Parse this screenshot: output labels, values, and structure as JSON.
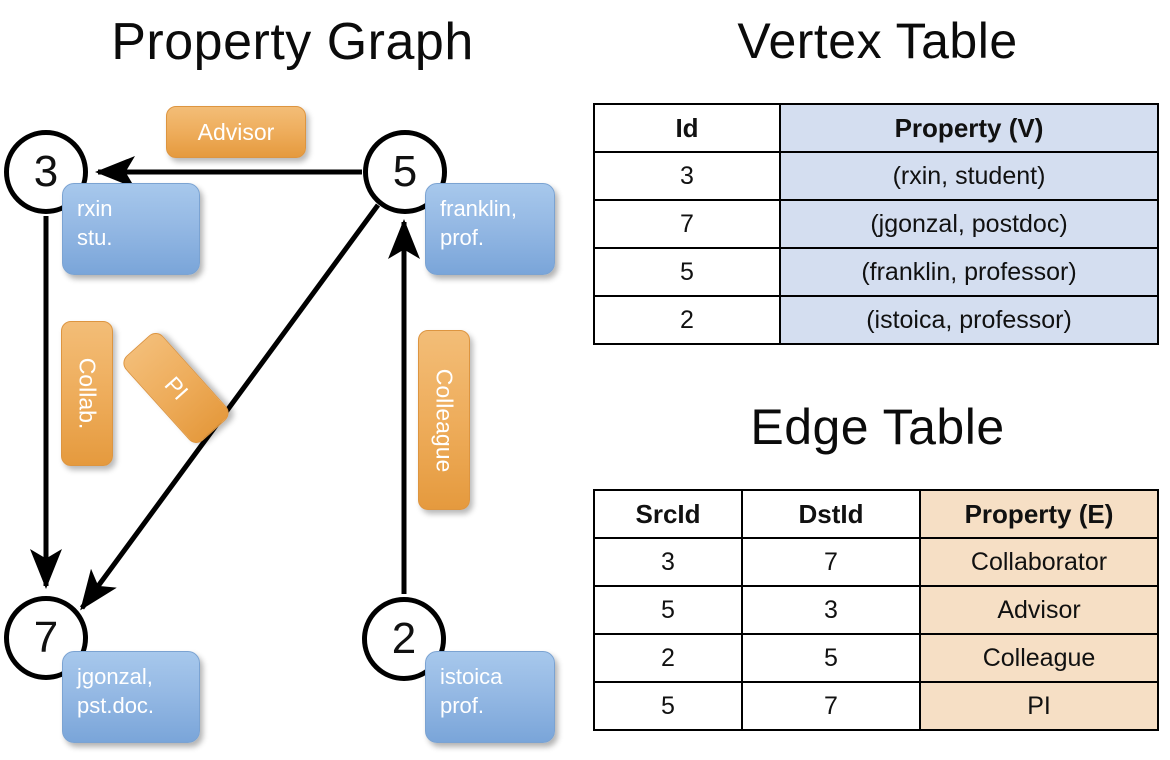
{
  "titles": {
    "graph": "Property Graph",
    "vertex_table": "Vertex Table",
    "edge_table": "Edge Table"
  },
  "graph": {
    "nodes": [
      {
        "id": "3",
        "name": "rxin",
        "role": "stu."
      },
      {
        "id": "5",
        "name": "franklin,",
        "role": "prof."
      },
      {
        "id": "7",
        "name": "jgonzal,",
        "role": "pst.doc."
      },
      {
        "id": "2",
        "name": "istoica",
        "role": "prof."
      }
    ],
    "edge_labels": [
      {
        "key": "advisor",
        "text": "Advisor"
      },
      {
        "key": "collab",
        "text": "Collab."
      },
      {
        "key": "pi",
        "text": "PI"
      },
      {
        "key": "colleague",
        "text": "Colleague"
      }
    ]
  },
  "vertex_table": {
    "headers": [
      "Id",
      "Property (V)"
    ],
    "rows": [
      {
        "id": "3",
        "property": "(rxin, student)"
      },
      {
        "id": "7",
        "property": "(jgonzal, postdoc)"
      },
      {
        "id": "5",
        "property": "(franklin, professor)"
      },
      {
        "id": "2",
        "property": "(istoica, professor)"
      }
    ]
  },
  "edge_table": {
    "headers": [
      "SrcId",
      "DstId",
      "Property (E)"
    ],
    "rows": [
      {
        "src": "3",
        "dst": "7",
        "property": "Collaborator"
      },
      {
        "src": "5",
        "dst": "3",
        "property": "Advisor"
      },
      {
        "src": "2",
        "dst": "5",
        "property": "Colleague"
      },
      {
        "src": "5",
        "dst": "7",
        "property": "PI"
      }
    ]
  },
  "colors": {
    "vertex_cell": "#d4def0",
    "edge_cell": "#f6dfc5",
    "node_box_blue": "#95b9e4",
    "edge_label_orange": "#eead5c",
    "stroke": "#000000"
  }
}
